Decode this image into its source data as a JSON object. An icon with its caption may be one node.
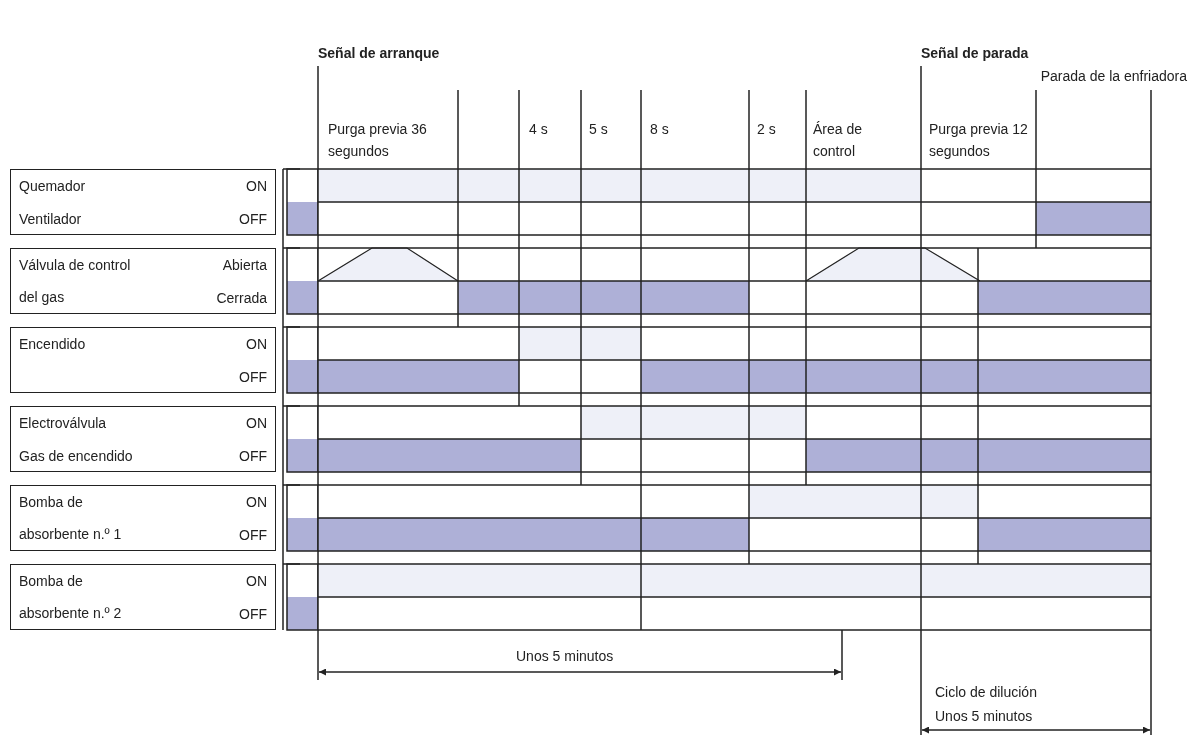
{
  "diagram": {
    "nodes": [
      {
        "text": [
          "Quemador",
          "ON",
          "Ventilador",
          "OFF"
        ]
      },
      {
        "text": [
          "Válvula de control del gas",
          "Abierta",
          "Cerrada"
        ]
      },
      {
        "text": [
          "Encendido",
          "ON",
          "OFF"
        ]
      },
      {
        "text": [
          "Electroválvula",
          "ON",
          "Gas de encendido",
          "OFF"
        ]
      },
      {
        "text": [
          "Bomba de absorbente n.º 1",
          "ON",
          "OFF"
        ]
      },
      {
        "text": [
          "Bomba de absorbente n.º 2",
          "ON",
          "OFF"
        ]
      }
    ],
    "labels": [
      "Señal de arranque",
      "Señal de parada",
      "Parada de la enfriadora",
      "Purga previa 36 segundos",
      "4 s",
      "5 s",
      "8 s",
      "2 s",
      "Área de control",
      "Purga previa 12 segundos",
      "Unos 5 minutos",
      "Ciclo de dilución",
      "Unos 5 minutos"
    ]
  }
}
